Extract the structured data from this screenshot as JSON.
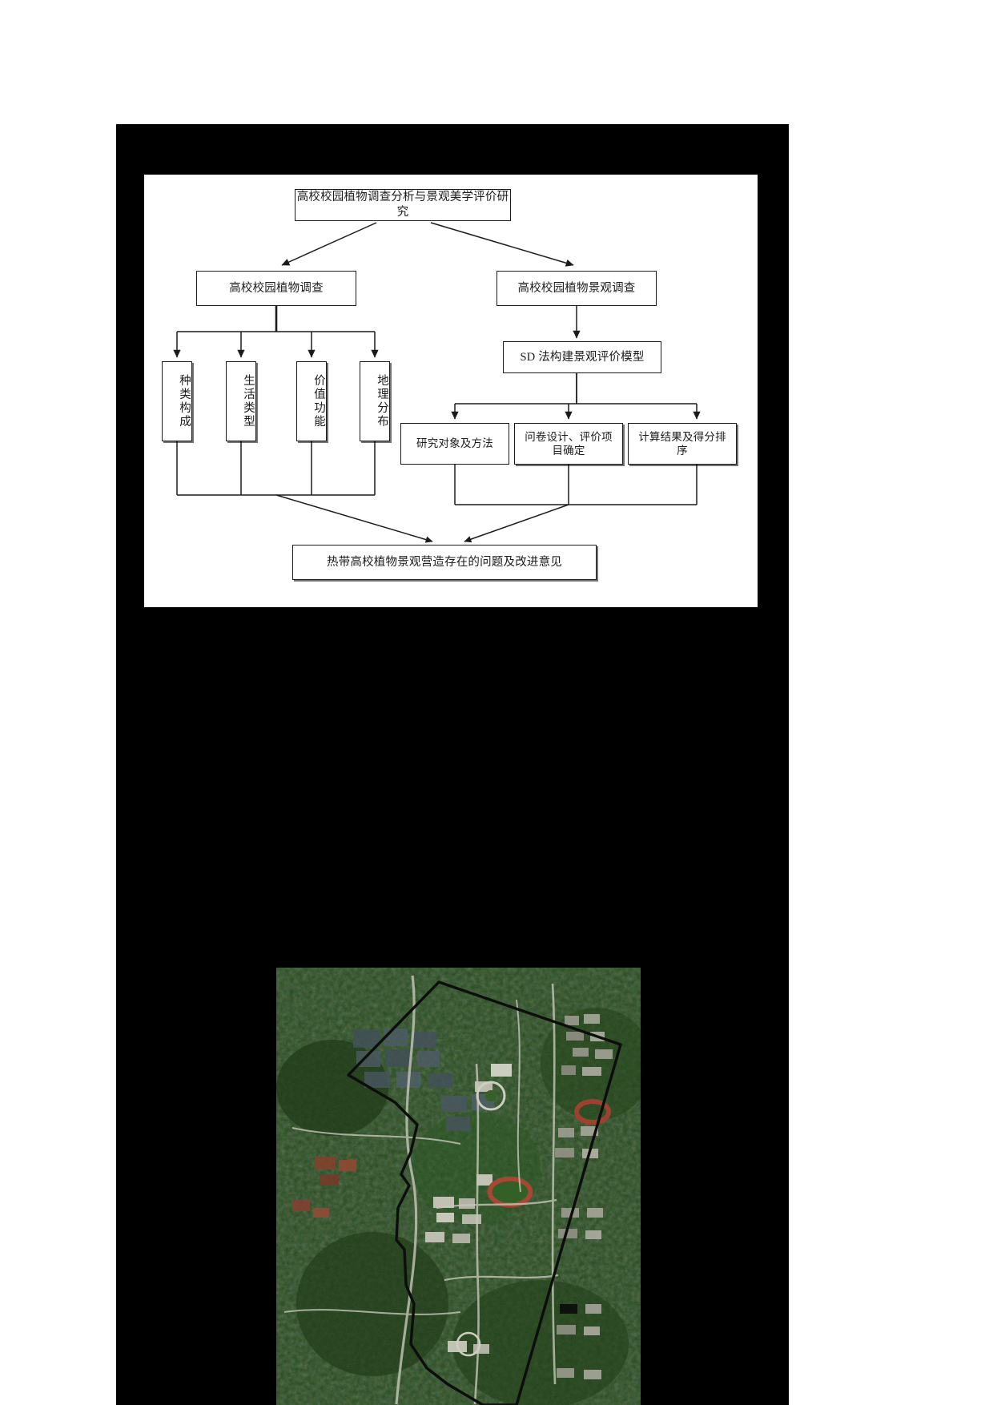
{
  "document": {
    "page_background": "#ffffff",
    "scan_background": "#000000",
    "figure_background": "#ffffff"
  },
  "flowchart": {
    "title_node": "高校校园植物调查分析与景观美学评价研究",
    "branch_left": "高校校园植物调查",
    "branch_right": "高校校园植物景观调查",
    "left_leaves": [
      "种类构成",
      "生活类型",
      "价值功能",
      "地理分布"
    ],
    "model_node": "SD 法构建景观评价模型",
    "model_leaves": [
      "研究对象及方法",
      "问卷设计、评价项目确定",
      "计算结果及得分排序"
    ],
    "conclusion_node": "热带高校植物景观营造存在的问题及改进意见",
    "line_color": "#1b1b1b",
    "node_border_color": "#1b1b1b",
    "node_fill": "#ffffff"
  },
  "satellite_image": {
    "alt": "campus-aerial-satellite-photo",
    "boundary_color": "#111111",
    "vegetation_color": "#1e4415",
    "urban_color": "#8a8a7a"
  }
}
